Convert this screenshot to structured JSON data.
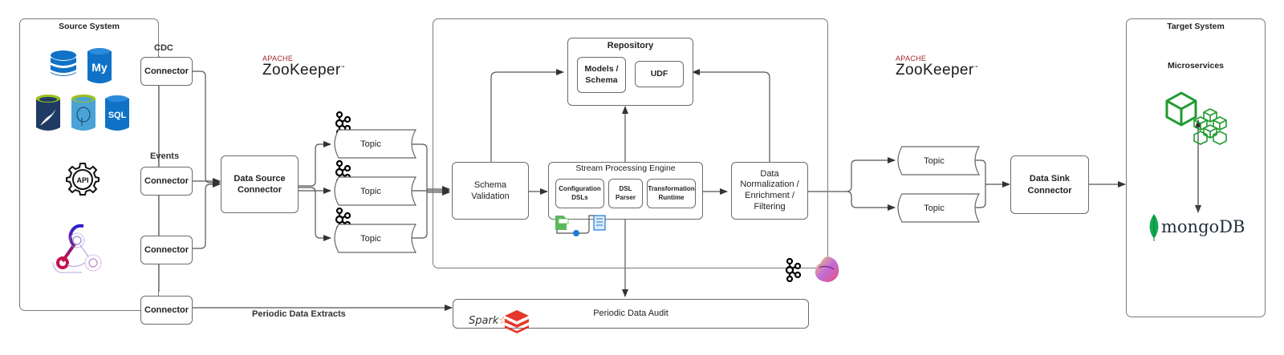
{
  "source_system": {
    "title": "Source System",
    "icons": [
      "database-icon",
      "mysql-icon",
      "mariadb-icon",
      "postgresql-icon",
      "sql-server-icon",
      "api-gear-icon",
      "webhook-icon"
    ],
    "labels": {
      "cdc": "CDC",
      "events": "Events"
    },
    "connectors": [
      "Connector",
      "Connector",
      "Connector",
      "Connector"
    ]
  },
  "data_source_connector": {
    "label_line1": "Data Source",
    "label_line2": "Connector"
  },
  "zookeeper": {
    "apache": "APACHE",
    "name": "ZooKeeper",
    "tm": "™"
  },
  "source_topics": [
    "Topic",
    "Topic",
    "Topic"
  ],
  "processing": {
    "repository": {
      "title": "Repository",
      "models_schema_line1": "Models /",
      "models_schema_line2": "Schema",
      "udf": "UDF"
    },
    "schema_validation": {
      "line1": "Schema",
      "line2": "Validation"
    },
    "stream_engine": {
      "title": "Stream Processing Engine",
      "config_line1": "Configuration",
      "config_line2": "DSLs",
      "dsl_line1": "DSL",
      "dsl_line2": "Parser",
      "transform_line1": "Transformation",
      "transform_line2": "Runtime"
    },
    "normalization": {
      "line1": "Data",
      "line2": "Normalization /",
      "line3": "Enrichment /",
      "line4": "Filtering"
    }
  },
  "periodic": {
    "extracts_label": "Periodic Data Extracts",
    "audit_label": "Periodic Data Audit",
    "spark": "Spark"
  },
  "sink_topics": [
    "Topic",
    "Topic"
  ],
  "data_sink_connector": {
    "label_line1": "Data Sink",
    "label_line2": "Connector"
  },
  "target_system": {
    "title": "Target System",
    "microservices": "Microservices",
    "mongodb": "mongoDB"
  },
  "colors": {
    "line": "#555555",
    "border": "#6b6b6b",
    "zookeeper_red": "#a3242b",
    "db_blue": "#0f72c6",
    "mariadb_navy": "#1f3b63",
    "postgres_blue": "#4aa3d6",
    "db_lid_green": "#9bc11f",
    "micro_green": "#1e9b2e",
    "mongo_green": "#13aa52",
    "databricks_red": "#e5372b"
  }
}
